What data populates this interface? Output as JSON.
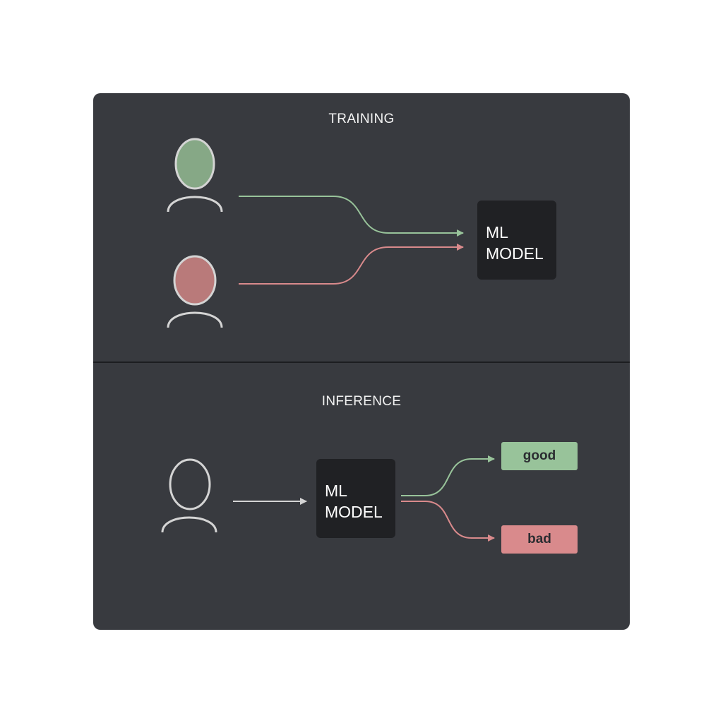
{
  "training": {
    "title": "TRAINING",
    "model_line1": "ML",
    "model_line2": "MODEL"
  },
  "inference": {
    "title": "INFERENCE",
    "model_line1": "ML",
    "model_line2": "MODEL",
    "output_good": "good",
    "output_bad": "bad"
  },
  "colors": {
    "panel_bg": "#383a3f",
    "model_bg": "#202124",
    "good": "#98c39a",
    "bad": "#d98a8c",
    "person_good_fill": "#86a886",
    "person_bad_fill": "#b97a7a",
    "outline": "#d4d4d4"
  }
}
